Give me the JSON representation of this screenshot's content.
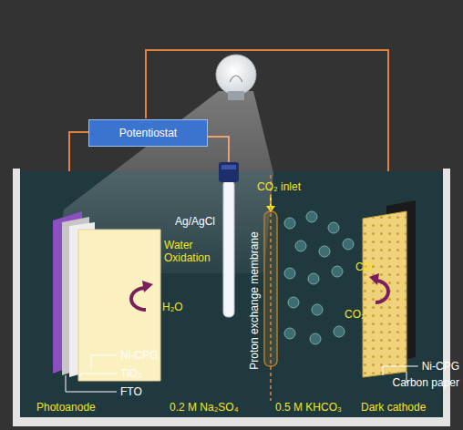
{
  "diagram": {
    "nodes": [
      {
        "text": [
          "Potentiostat"
        ]
      }
    ],
    "labels": [
      "CO₂ inlet",
      "Ag/AgCl",
      "Water Oxidation",
      "Proton exchange membrane",
      "CO",
      "H₂O",
      "CO₂",
      "Ni-CPG",
      "TiO₂",
      "FTO",
      "Ni-CPG",
      "Carbon paper",
      "Photoanode",
      "0.2 M Na₂SO₄",
      "0.5 M KHCO₃",
      "Dark cathode"
    ]
  }
}
